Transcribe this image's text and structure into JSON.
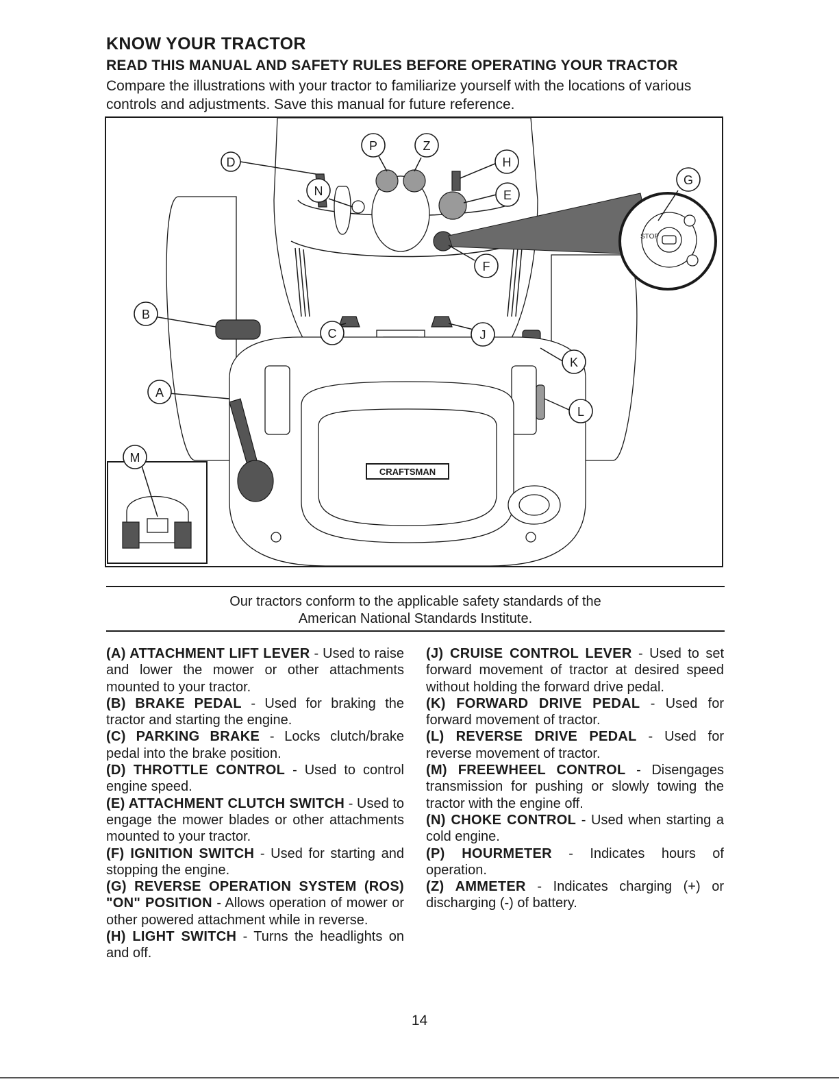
{
  "header": {
    "title": "KNOW YOUR TRACTOR",
    "subtitle": "READ THIS MANUAL AND SAFETY RULES BEFORE OPERATING YOUR TRACTOR",
    "intro": "Compare the illustrations with your tractor to familiarize yourself with the locations of various controls and adjustments. Save this manual for future reference."
  },
  "figure": {
    "brand_badge": "CRAFTSMAN",
    "callouts": [
      "A",
      "B",
      "C",
      "D",
      "E",
      "F",
      "G",
      "H",
      "J",
      "K",
      "L",
      "M",
      "N",
      "P",
      "Z"
    ]
  },
  "conformance": {
    "line1": "Our tractors conform to the applicable safety standards of the",
    "line2": "American National Standards Institute."
  },
  "left_column": [
    {
      "term": "(A) ATTACHMENT LIFT LEVER",
      "desc": " - Used to raise and lower the mower or other attachments mounted to your tractor."
    },
    {
      "term": "(B) BRAKE PEDAL",
      "desc": " - Used for braking the tractor and starting the engine."
    },
    {
      "term": "(C) PARKING BRAKE",
      "desc": " - Locks clutch/brake pedal into the brake position."
    },
    {
      "term": "(D) THROTTLE CONTROL",
      "desc": " - Used to control engine speed."
    },
    {
      "term": "(E) ATTACHMENT CLUTCH SWITCH",
      "desc": " - Used to engage the mower blades or other attachments mounted to your tractor."
    },
    {
      "term": "(F) IGNITION SWITCH",
      "desc": " - Used for starting and stopping the engine."
    },
    {
      "term": "(G) REVERSE OPERATION SYSTEM (ROS) \"ON\" POSITION",
      "desc": " - Allows operation of mower or other powered attachment while in reverse."
    },
    {
      "term": "(H) LIGHT SWITCH",
      "desc": " - Turns the headlights on and off."
    }
  ],
  "right_column": [
    {
      "term": "(J) CRUISE CONTROL LEVER",
      "desc": " - Used to set forward movement of tractor at desired speed without holding the forward drive pedal."
    },
    {
      "term": "(K) FORWARD DRIVE PEDAL",
      "desc": " - Used for forward movement of tractor."
    },
    {
      "term": "(L) REVERSE DRIVE PEDAL",
      "desc": " - Used for reverse movement of tractor."
    },
    {
      "term": "(M) FREEWHEEL CONTROL",
      "desc": " - Disengages transmission for pushing or slowly towing the tractor with the engine off."
    },
    {
      "term": "(N) CHOKE CONTROL",
      "desc": " - Used when starting a cold engine."
    },
    {
      "term": "(P) HOURMETER",
      "desc": " - Indicates hours of operation."
    },
    {
      "term": "(Z) AMMETER",
      "desc": " - Indicates charging (+) or discharging (-) of battery."
    }
  ],
  "page_number": "14"
}
